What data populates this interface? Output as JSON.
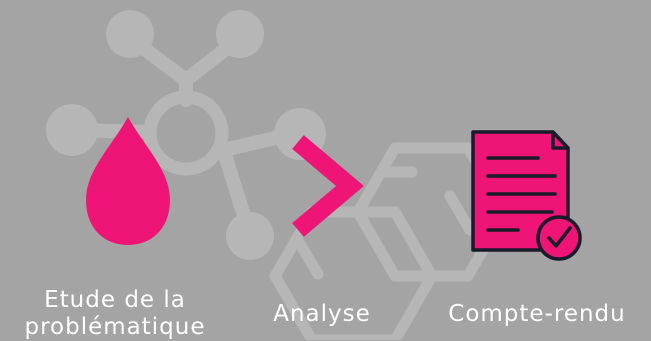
{
  "steps": [
    {
      "icon": "drop-icon",
      "label_lines": [
        "Etude de la",
        "problématique"
      ]
    },
    {
      "icon": "chevron-right-icon",
      "label": "Analyse"
    },
    {
      "icon": "report-check-icon",
      "label": "Compte-rendu"
    }
  ],
  "colors": {
    "background": "#a4a4a4",
    "accent": "#ee1577",
    "outline": "#1a1a2b",
    "watermark": "#b6b6b6",
    "text": "#ffffff"
  },
  "background_icon": "molecule-watermark-icon"
}
